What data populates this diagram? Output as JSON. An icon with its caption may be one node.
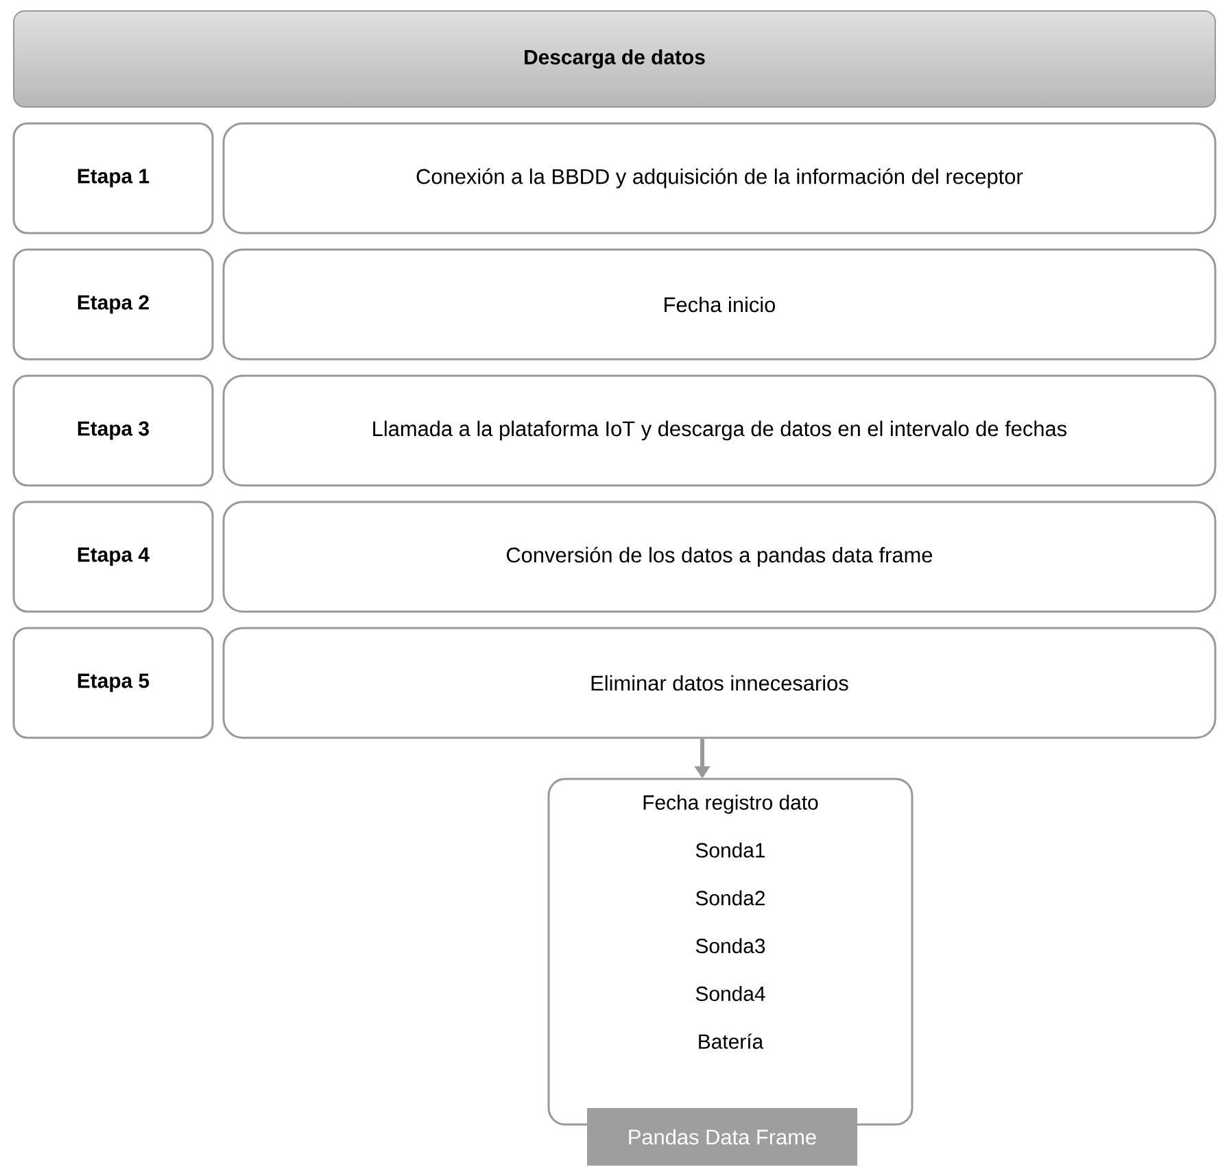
{
  "diagram": {
    "nodes": [
      {
        "text": [
          "Descarga de datos"
        ]
      },
      {
        "text": [
          "Etapa 1"
        ]
      },
      {
        "text": [
          "Conexión a la BBDD y adquisición de la información del receptor"
        ]
      },
      {
        "text": [
          "Etapa 2"
        ]
      },
      {
        "text": [
          "Fecha inicio"
        ]
      },
      {
        "text": [
          "Etapa 3"
        ]
      },
      {
        "text": [
          "Llamada a la plataforma IoT y descarga de datos en el intervalo de fechas"
        ]
      },
      {
        "text": [
          "Etapa 4"
        ]
      },
      {
        "text": [
          "Conversión de los datos a pandas data frame"
        ]
      },
      {
        "text": [
          "Etapa 5"
        ]
      },
      {
        "text": [
          "Eliminar datos innecesarios"
        ]
      },
      {
        "text": [
          "Fecha registro dato",
          "Sonda1",
          "Sonda2",
          "Sonda3",
          "Sonda4",
          "Batería",
          "Pandas Data Frame"
        ]
      }
    ],
    "edges": [
      {
        "from": 10,
        "to": 11,
        "arrow": "to"
      }
    ]
  }
}
